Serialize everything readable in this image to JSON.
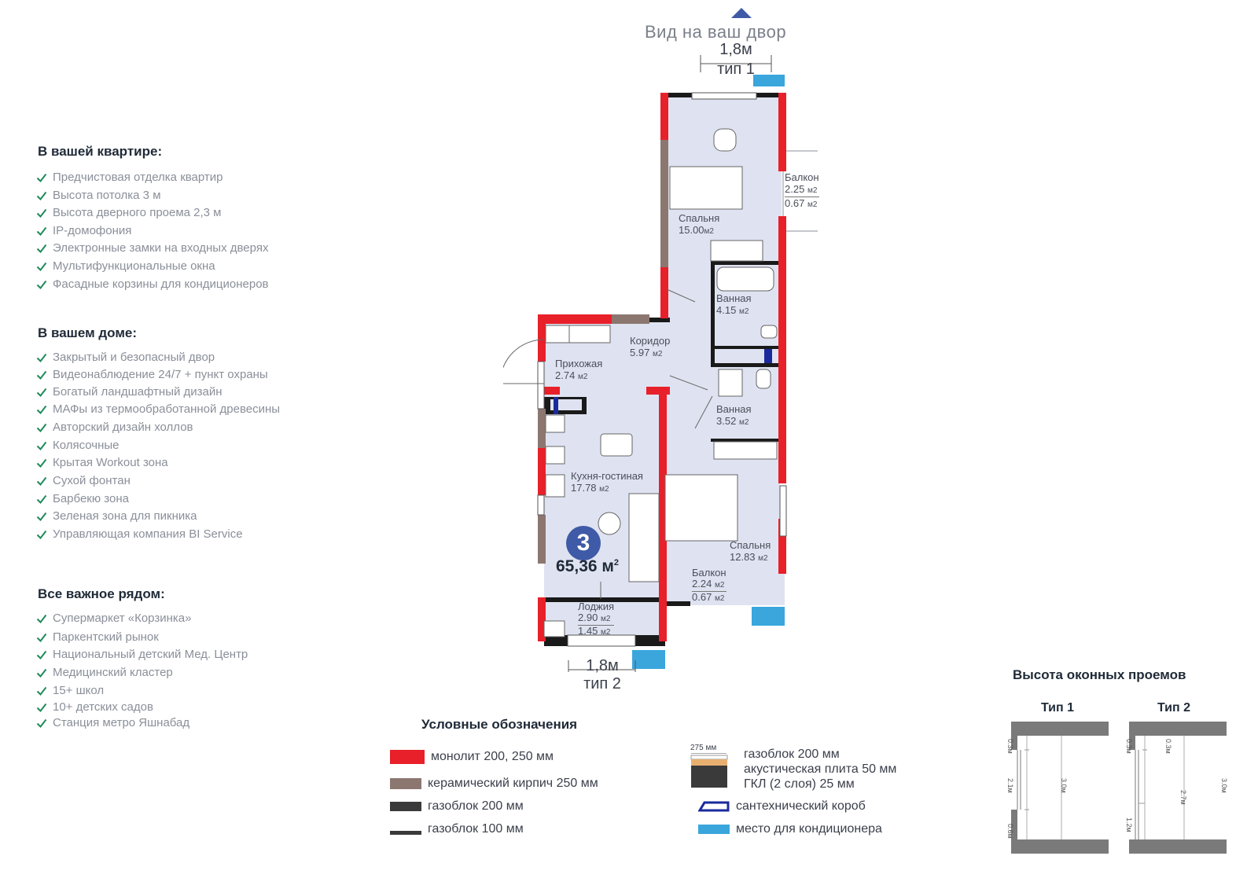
{
  "view_label": "Вид на ваш двор",
  "top_window": {
    "size": "1,8м",
    "type": "тип 1"
  },
  "bottom_window": {
    "size": "1,8м",
    "type": "тип 2"
  },
  "sections": [
    {
      "title": "В вашей квартире:",
      "items": [
        "Предчистовая отделка квартир",
        "Высота потолка 3 м",
        "Высота дверного проема 2,3 м",
        "IP-домофония",
        "Электронные замки на входных дверях",
        "Мультифункциональные окна",
        "Фасадные корзины для кондиционеров"
      ]
    },
    {
      "title": "В вашем доме:",
      "items": [
        "Закрытый и безопасный двор",
        "Видеонаблюдение 24/7 + пункт охраны",
        "Богатый ландшафтный дизайн",
        "МАФы из термообработанной древесины",
        "Авторский дизайн холлов",
        "Колясочные",
        "Крытая Workout зона",
        "Сухой фонтан",
        "Барбекю зона",
        "Зеленая зона для пикника",
        "Управляющая компания BI Service"
      ]
    },
    {
      "title": "Все важное рядом:",
      "items": [
        "Супермаркет «Корзинка»",
        "Паркентский рынок",
        "Национальный детский Мед. Центр",
        "Медицинский кластер",
        "15+ школ",
        "10+ детских садов",
        "Станция метро Яшнабад"
      ]
    }
  ],
  "rooms": {
    "bedroom1": {
      "name": "Спальня",
      "area": "15.00",
      "unit": "м2"
    },
    "balcony1": {
      "name": "Балкон",
      "area": "2.25",
      "area2": "0.67",
      "unit": "м2"
    },
    "bath1": {
      "name": "Ванная",
      "area": "4.15",
      "unit": "м2"
    },
    "corridor": {
      "name": "Коридор",
      "area": "5.97",
      "unit": "м2"
    },
    "hall": {
      "name": "Прихожая",
      "area": "2.74",
      "unit": "м2"
    },
    "bath2": {
      "name": "Ванная",
      "area": "3.52",
      "unit": "м2"
    },
    "kitchen": {
      "name": "Кухня-гостиная",
      "area": "17.78",
      "unit": "м2"
    },
    "bedroom2": {
      "name": "Спальня",
      "area": "12.83",
      "unit": "м2"
    },
    "balcony2": {
      "name": "Балкон",
      "area": "2.24",
      "area2": "0.67",
      "unit": "м2"
    },
    "loggia": {
      "name": "Лоджия",
      "area": "2.90",
      "area2": "1.45",
      "unit": "м2"
    }
  },
  "apartment": {
    "rooms_count": "3",
    "total_area": "65,36 м",
    "sup": "2"
  },
  "legend": {
    "title": "Условные обозначения",
    "items": [
      {
        "label": "монолит 200, 250 мм",
        "color": "#e8202a"
      },
      {
        "label": "керамический кирпич 250 мм",
        "color": "#8c7770"
      },
      {
        "label": "газоблок 200 мм",
        "color": "#3a3a3a"
      },
      {
        "label": "газоблок 100 мм",
        "color": "#3a3a3a"
      }
    ],
    "composite": {
      "thickness": "275 мм",
      "line1": "газоблок 200 мм",
      "line2": "акустическая плита 50 мм",
      "line3": "ГКЛ (2 слоя) 25 мм"
    },
    "plumbing": "сантехнический короб",
    "ac": "место для кондиционера",
    "plumbing_color": "#1a2a9c",
    "ac_color": "#3aa6dc"
  },
  "window_heights": {
    "title": "Высота оконных проемов",
    "type1": {
      "label": "Тип 1",
      "top": "0.3м",
      "mid": "2.1м",
      "bottom": "0.6м",
      "total": "3.0м"
    },
    "type2": {
      "label": "Тип 2",
      "top": "0.3м",
      "mid": "2.7м",
      "low": "1.2м",
      "total": "3.0м"
    }
  },
  "colors": {
    "monolith": "#e8202a",
    "brick": "#8c7770",
    "floor": "#dfe3f1",
    "wall": "#1a1a1a",
    "accent": "#3f5aa6",
    "check": "#1f8a5a"
  }
}
